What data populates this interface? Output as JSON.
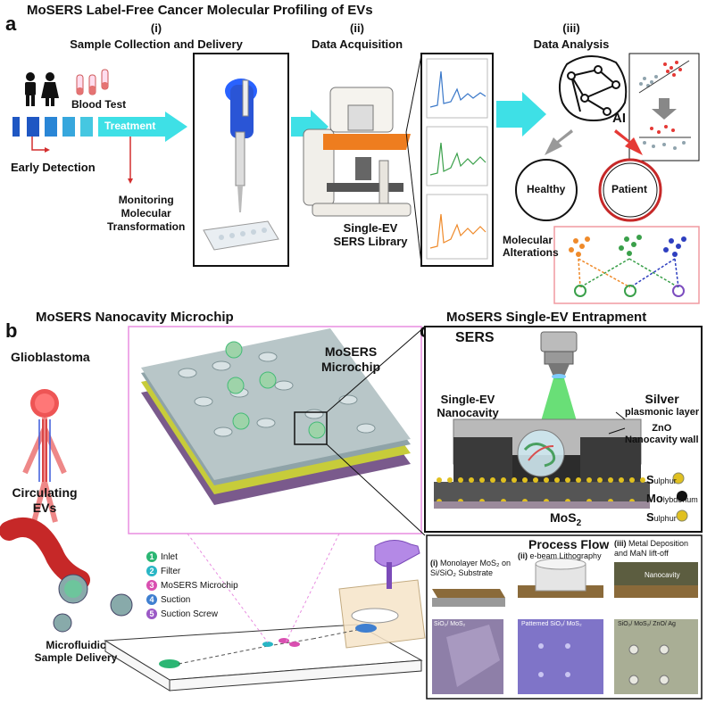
{
  "panel_a": {
    "letter": "a",
    "title": "MoSERS Label-Free Cancer Molecular Profiling of EVs",
    "step1": {
      "num": "(i)",
      "label": "Sample Collection and Delivery"
    },
    "step2": {
      "num": "(ii)",
      "label": "Data Acquisition"
    },
    "step3": {
      "num": "(iii)",
      "label": "Data Analysis"
    },
    "blood_test": "Blood Test",
    "treatment": "Treatment",
    "early_detection": "Early Detection",
    "monitoring": [
      "Monitoring",
      "Molecular",
      "Transformation"
    ],
    "library": [
      "Single-EV",
      "SERS Library"
    ],
    "ai": "AI",
    "healthy": "Healthy",
    "patient": "Patient",
    "molecular_alterations": [
      "Molecular",
      "Alterations"
    ]
  },
  "panel_b": {
    "letter": "b",
    "title": "MoSERS Nanocavity Microchip",
    "glioblastoma": "Glioblastoma",
    "circulating": [
      "Circulating",
      "EVs"
    ],
    "microchip": [
      "MoSERS",
      "Microchip"
    ],
    "delivery": [
      "Microfluidic",
      "Sample Delivery"
    ],
    "legend": [
      {
        "n": "1",
        "label": "Inlet",
        "color": "#2bb673"
      },
      {
        "n": "2",
        "label": "Filter",
        "color": "#29b6c5"
      },
      {
        "n": "3",
        "label": "MoSERS Microchip",
        "color": "#d94fb0"
      },
      {
        "n": "4",
        "label": "Suction",
        "color": "#3f7fd0"
      },
      {
        "n": "5",
        "label": "Suction Screw",
        "color": "#9b59c6"
      }
    ]
  },
  "panel_c": {
    "letter": "c",
    "title": "MoSERS Single-EV Entrapment",
    "sers": "SERS",
    "nanocavity": [
      "Single-EV",
      "Nanocavity"
    ],
    "silver": [
      "Silver",
      "plasmonic layer"
    ],
    "zno": [
      "ZnO",
      "Nanocavity wall"
    ],
    "mos2": "MoS",
    "mos2_sub": "2",
    "atoms": [
      {
        "big": "S",
        "rest": "ulphur"
      },
      {
        "big": "Mo",
        "rest": "lybdenum"
      },
      {
        "big": "S",
        "rest": "ulphur"
      }
    ],
    "process_flow": "Process Flow",
    "steps": [
      {
        "num": "(i)",
        "label": "Monolayer MoS₂ on Si/SiO₂ Substrate",
        "img": "SiO₂/ MoS₂"
      },
      {
        "num": "(ii)",
        "label": "e-beam Lithography",
        "img": "Patterned SiO₂/ MoS₂"
      },
      {
        "num": "(iii)",
        "label": "Metal Deposition and MaN lift-off",
        "img": "SiO₂/ MoS₂/ ZnO/ Ag"
      }
    ],
    "nanocavity_tag": "Nanocavity"
  }
}
